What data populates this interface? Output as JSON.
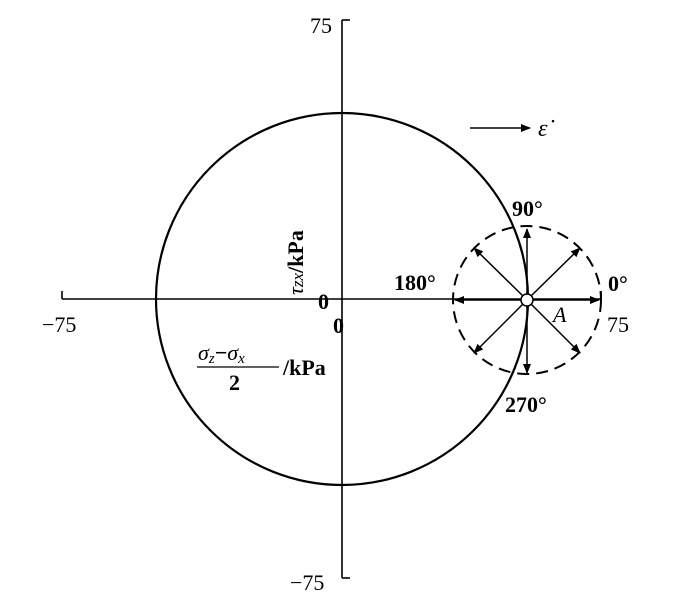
{
  "axes": {
    "y_top_label": "75",
    "y_bottom_label": "−75",
    "x_left_label": "−75",
    "x_right_label": "75",
    "origin_y_label": "0",
    "origin_x_label": "0",
    "y_axis_title_symbol": "τ",
    "y_axis_title_subscript": "zx",
    "y_axis_title_unit": "/kPa",
    "x_axis_title_numerator_a": "σ",
    "x_axis_title_numerator_a_sub": "z",
    "x_axis_title_numerator_minus": "−",
    "x_axis_title_numerator_b": "σ",
    "x_axis_title_numerator_b_sub": "x",
    "x_axis_title_denominator": "2",
    "x_axis_title_unit": "/kPa"
  },
  "large_circle": {
    "center": [
      0,
      0
    ],
    "radius_kpa": 50
  },
  "small_circle": {
    "center_kpa": [
      50,
      0
    ],
    "radius_kpa": 20,
    "style": "dashed",
    "point_label": "A"
  },
  "angle_labels": {
    "a0": "0°",
    "a90": "90°",
    "a180": "180°",
    "a270": "270°"
  },
  "strain_rate_label": "ε̇"
}
